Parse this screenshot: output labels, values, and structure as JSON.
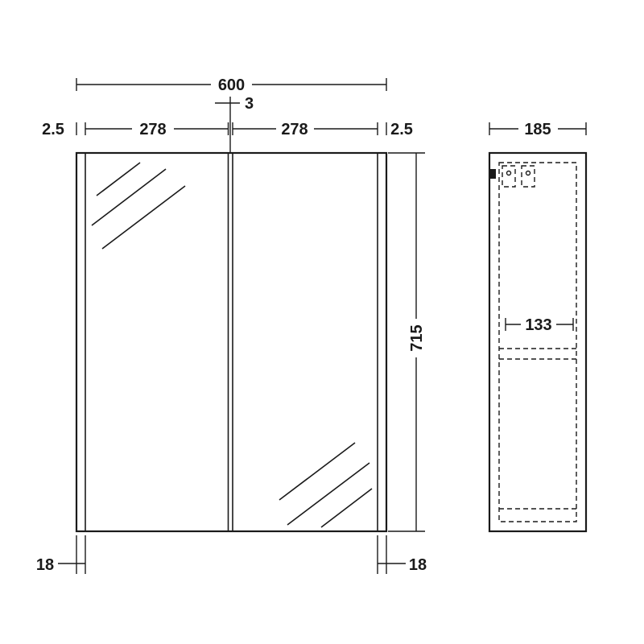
{
  "drawing": {
    "type": "technical-drawing",
    "subject": "double-door mirror cabinet, front and side elevation",
    "colors": {
      "line": "#1a1a1a",
      "background": "#ffffff"
    }
  },
  "front_view": {
    "dim_width": "600",
    "dim_center_gap": "3",
    "dim_left_gap": "2.5",
    "dim_door_left": "278",
    "dim_door_right": "278",
    "dim_right_gap": "2.5",
    "dim_height": "715",
    "dim_bottom_left": "18",
    "dim_bottom_right": "18"
  },
  "side_view": {
    "dim_depth": "185",
    "dim_internal": "133"
  }
}
